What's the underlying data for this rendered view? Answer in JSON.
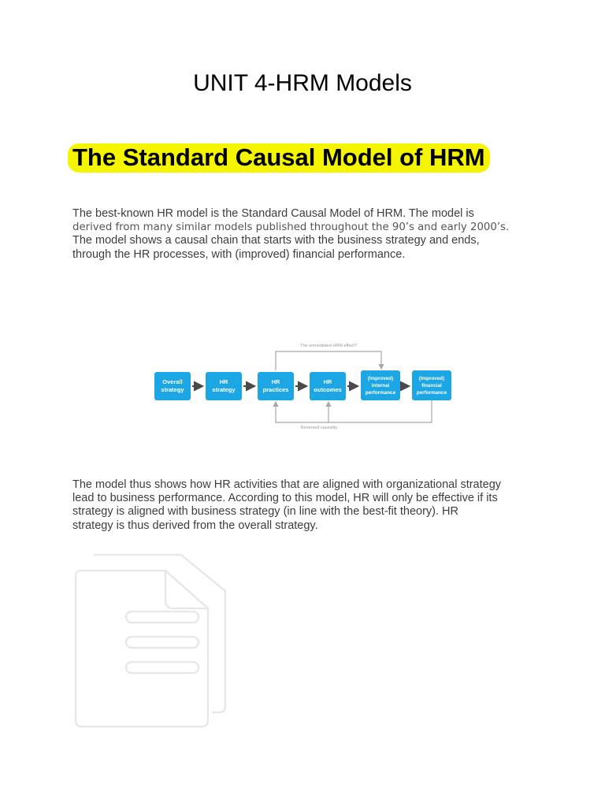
{
  "unit_title": "UNIT 4-HRM Models",
  "section_title": "The Standard Causal Model of HRM",
  "paragraph1": {
    "line1": "The best-known HR model is the Standard Causal Model of HRM. The model is",
    "line2": "derived from many similar models published throughout the 90’s and early 2000’s.",
    "line3": "The model shows a causal chain that starts with the business strategy and ends,",
    "line4": "through the HR processes, with (improved) financial performance."
  },
  "diagram": {
    "boxes": [
      {
        "line1": "Overall",
        "line2": "strategy"
      },
      {
        "line1": "HR",
        "line2": "strategy"
      },
      {
        "line1": "HR",
        "line2": "practices"
      },
      {
        "line1": "HR",
        "line2": "outcomes"
      },
      {
        "line1": "(Improved)",
        "line2": "internal",
        "line3": "performance"
      },
      {
        "line1": "(Improved)",
        "line2": "financial",
        "line3": "performance"
      }
    ],
    "top_loop_label": "The unmediated HRM effect?",
    "bottom_loop_label": "Reversed causality",
    "box_color": "#1da6e4",
    "arrow_color": "#4a4a4a",
    "loop_color": "#a8a8a8"
  },
  "paragraph2": {
    "line1": "The model thus shows how HR activities that are aligned with organizational strategy",
    "line2": "lead to business performance. According to this model, HR will only be effective if its",
    "line3": "strategy is aligned with business strategy (in line with the best-fit theory). HR",
    "line4": "strategy is thus derived from the overall strategy."
  },
  "icons": {
    "document": "documents-icon"
  },
  "colors": {
    "highlight": "#f5f500"
  }
}
